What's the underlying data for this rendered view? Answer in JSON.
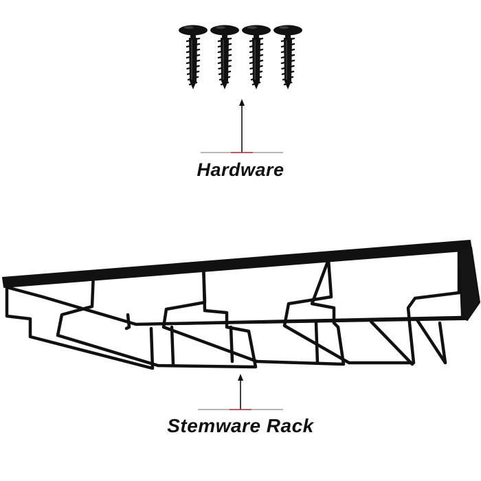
{
  "labels": {
    "hardware": "Hardware",
    "stemware_rack": "Stemware Rack"
  },
  "colors": {
    "metal": "#111111",
    "underline_red": "#a0343a",
    "underline_gray": "#8a8a8a",
    "background": "#ffffff"
  },
  "components": {
    "screw_count": 4,
    "rack_slot_count": 4
  }
}
